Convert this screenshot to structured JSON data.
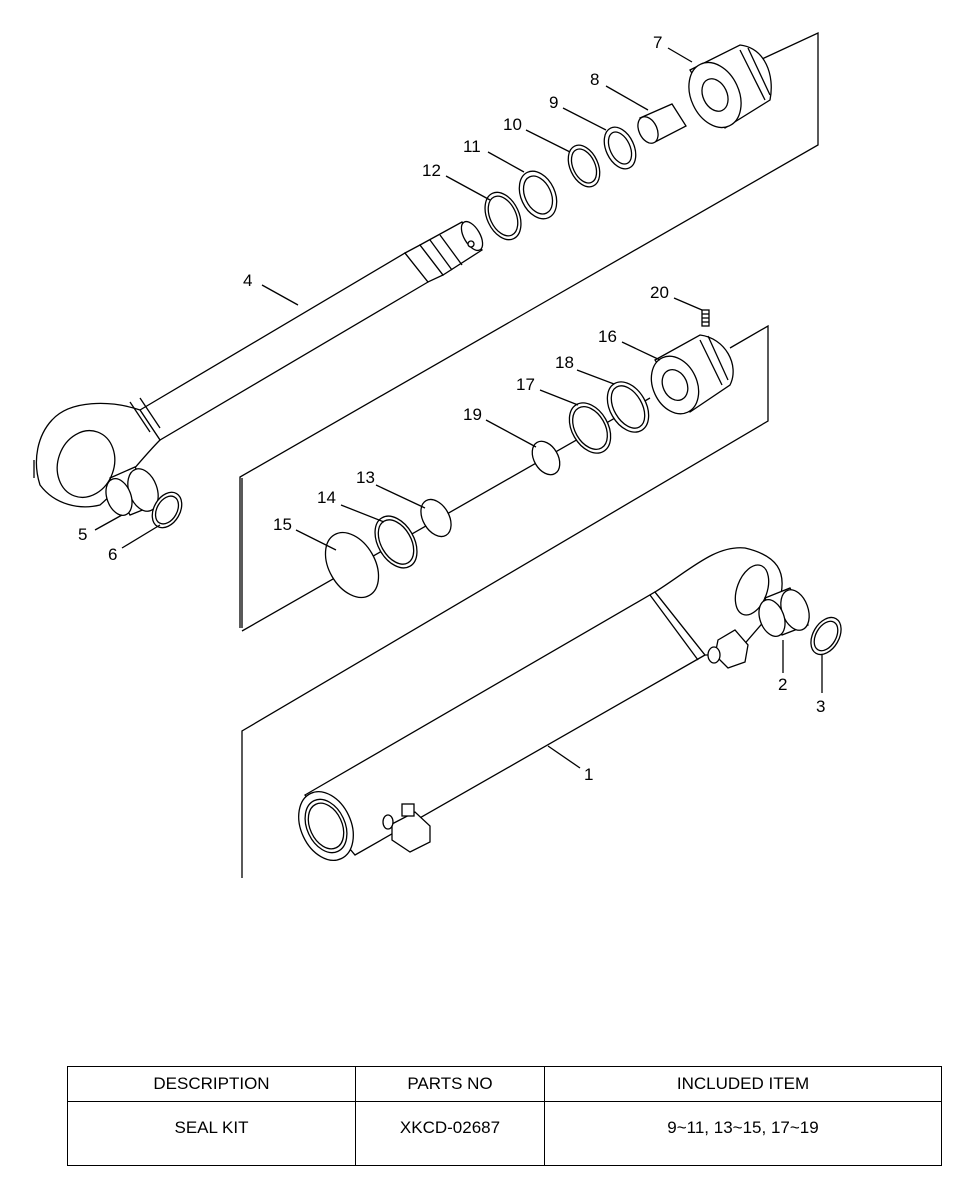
{
  "diagram": {
    "labels": {
      "p1": "1",
      "p2": "2",
      "p3": "3",
      "p4": "4",
      "p5": "5",
      "p6": "6",
      "p7": "7",
      "p8": "8",
      "p9": "9",
      "p10": "10",
      "p11": "11",
      "p12": "12",
      "p13": "13",
      "p14": "14",
      "p15": "15",
      "p16": "16",
      "p17": "17",
      "p18": "18",
      "p19": "19",
      "p20": "20"
    }
  },
  "table": {
    "headers": {
      "description": "DESCRIPTION",
      "parts_no": "PARTS NO",
      "included_item": "INCLUDED ITEM"
    },
    "rows": [
      {
        "description": "SEAL KIT",
        "parts_no": "XKCD-02687",
        "included_item": "9~11, 13~15, 17~19"
      }
    ]
  }
}
